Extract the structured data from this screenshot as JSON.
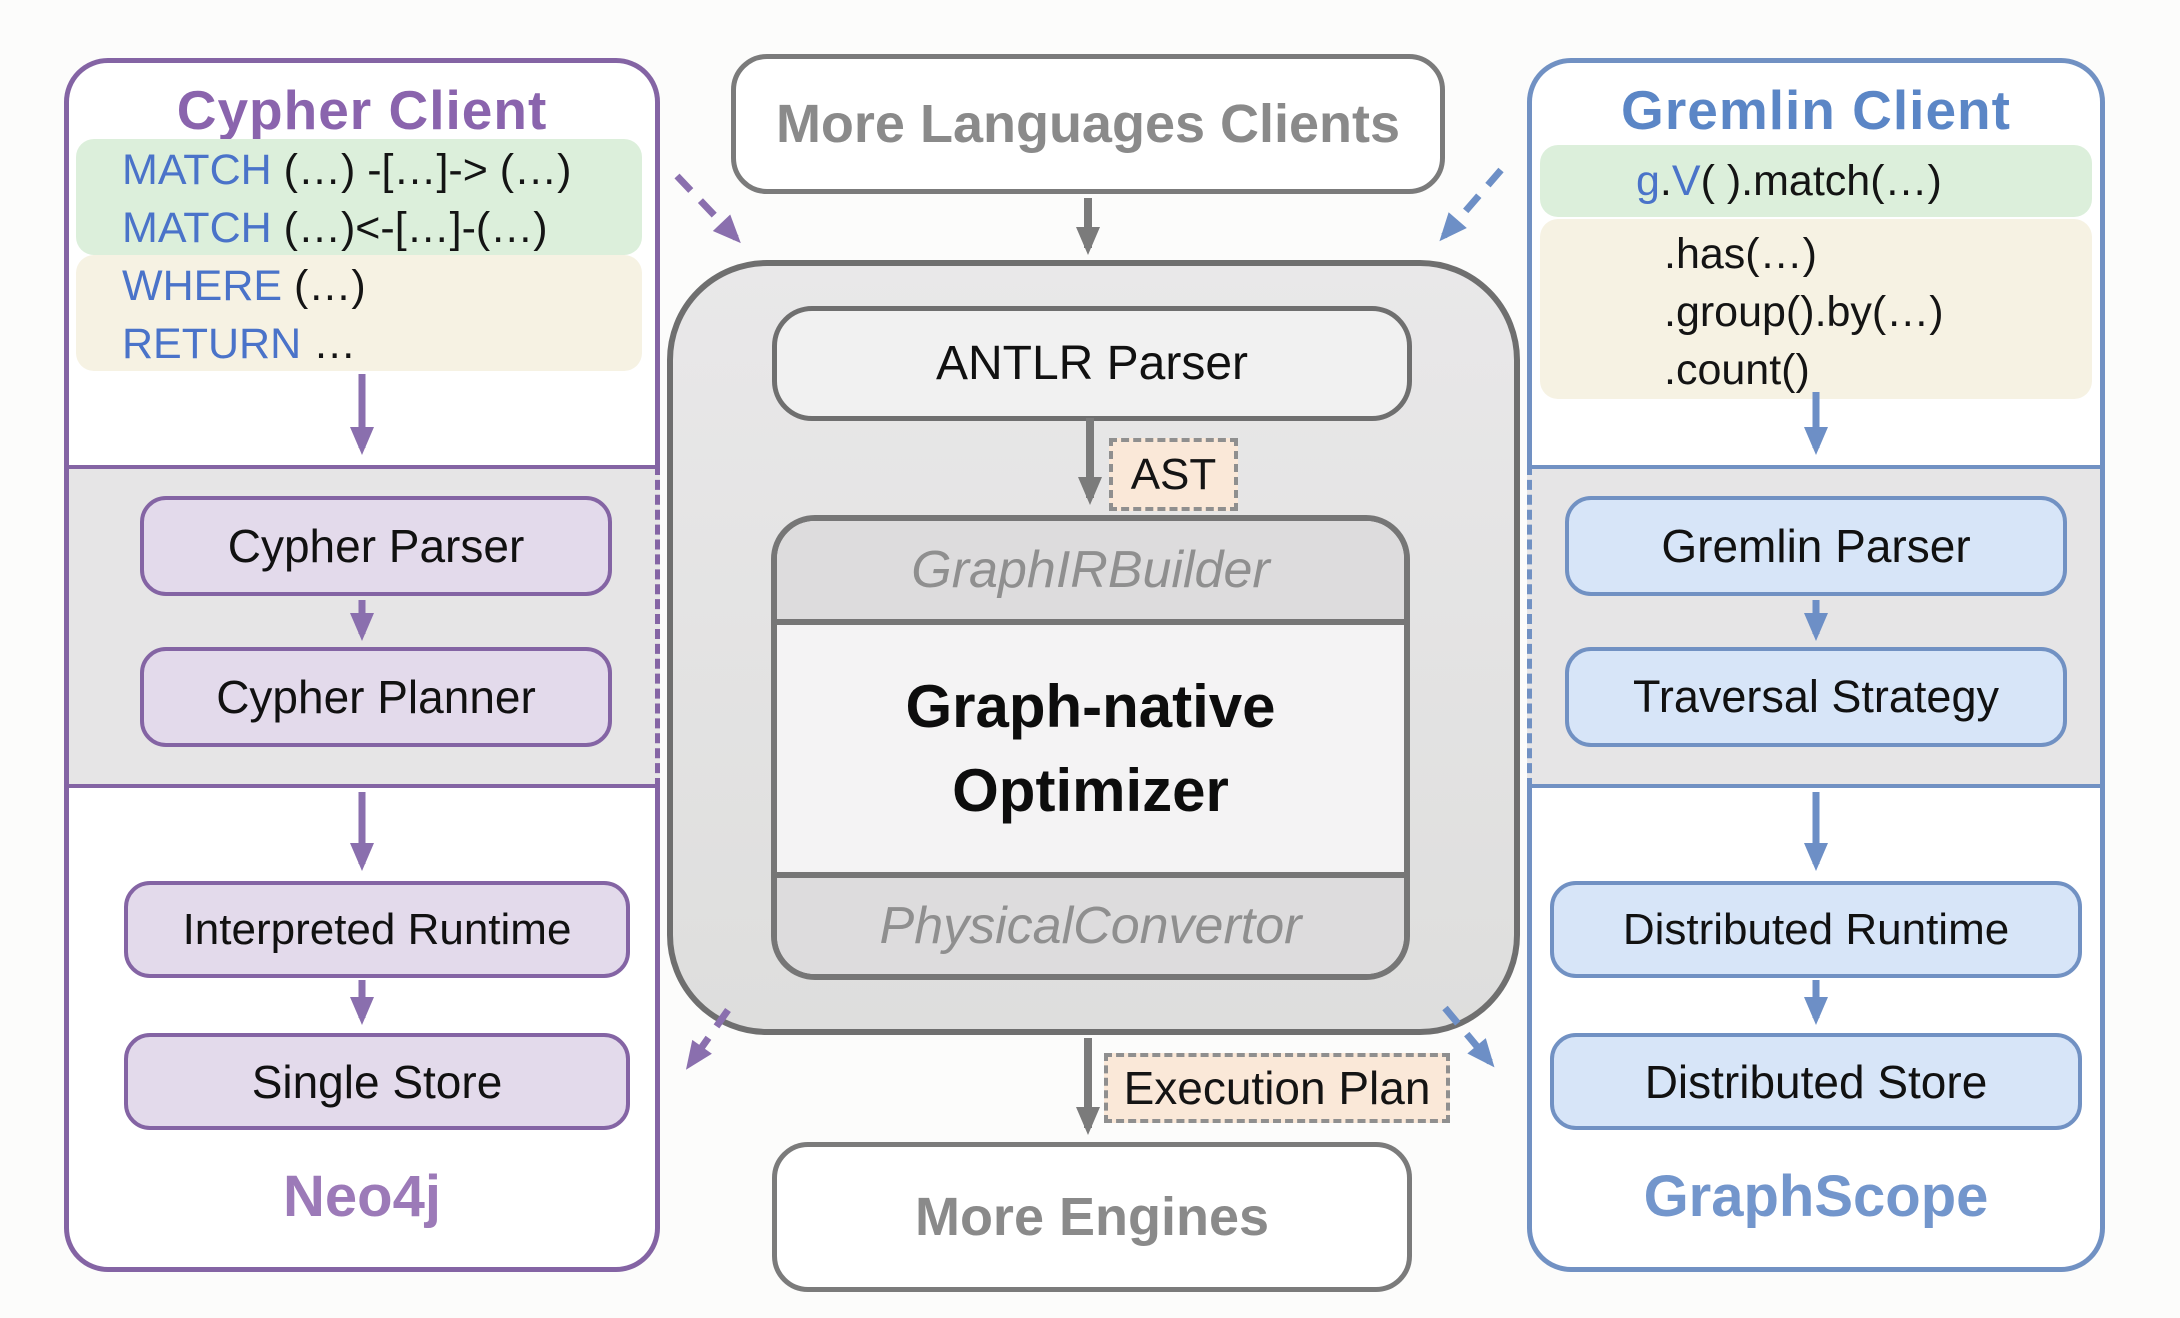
{
  "left_panel": {
    "title": "Cypher Client",
    "code": {
      "green_lines": [
        {
          "keyword": "MATCH",
          "rest": " (…) -[…]-> (…)"
        },
        {
          "keyword": "MATCH",
          "rest": " (…)<-[…]-(…)"
        }
      ],
      "beige_lines": [
        {
          "keyword": "WHERE",
          "rest": " (…)"
        },
        {
          "keyword": "RETURN",
          "rest": " …"
        }
      ]
    },
    "parser_box": "Cypher Parser",
    "planner_box": "Cypher Planner",
    "runtime_box": "Interpreted Runtime",
    "store_box": "Single Store",
    "caption": "Neo4j"
  },
  "center": {
    "clients_box": "More Languages Clients",
    "antlr_box": "ANTLR Parser",
    "ast_tag": "AST",
    "ir_builder": "GraphIRBuilder",
    "optimizer": {
      "line1": "Graph-native",
      "line2": "Optimizer"
    },
    "physical_convertor": "PhysicalConvertor",
    "execution_plan_tag": "Execution Plan",
    "engines_box": "More Engines"
  },
  "right_panel": {
    "title": "Gremlin Client",
    "code": {
      "green_line": {
        "g": "g",
        "dot": ".",
        "v": "V",
        "rest": "( ).match(…)"
      },
      "beige_lines": [
        ".has(…)",
        ".group().by(…)",
        ".count()"
      ]
    },
    "parser_box": "Gremlin Parser",
    "strategy_box": "Traversal Strategy",
    "runtime_box": "Distributed Runtime",
    "store_box": "Distributed Store",
    "caption": "GraphScope"
  },
  "colors": {
    "purple_accent": "#8464a4",
    "purple_fill": "#e3daeb",
    "purple_text": "#8a64ad",
    "blue_accent": "#7191c3",
    "blue_fill": "#d7e5f8",
    "blue_text": "#5b86c6",
    "keyword_blue": "#4a73c9",
    "code_green_bg": "#dcefdb",
    "code_beige_bg": "#f6f2e3",
    "tag_peach_bg": "#fae8d8",
    "container_gray": "#e3e2e2",
    "band_gray": "#e6e5e6",
    "gray_text": "#8a8a8a"
  }
}
